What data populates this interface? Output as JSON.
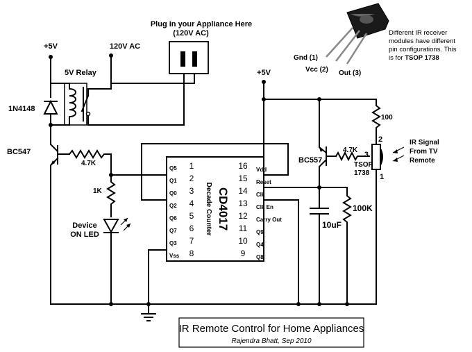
{
  "title": "IR Remote Control for Home Appliances",
  "author": "Rajendra Bhatt, Sep 2010",
  "plug_label_line1": "Plug in your Appliance Here",
  "plug_label_line2": "(120V AC)",
  "supply_left": "+5V",
  "supply_right": "+5V",
  "ac_label": "120V AC",
  "relay_label": "5V Relay",
  "diode_label": "1N4148",
  "q1_label": "BC547",
  "r_base_label": "4.7K",
  "r_led_label": "1K",
  "led_label_line1": "Device",
  "led_label_line2": "ON LED",
  "ic_name": "CD4017",
  "ic_desc": "Decade Counter",
  "pins_left": [
    {
      "num": "1",
      "name": "Q5"
    },
    {
      "num": "2",
      "name": "Q1"
    },
    {
      "num": "3",
      "name": "Q0"
    },
    {
      "num": "4",
      "name": "Q2"
    },
    {
      "num": "5",
      "name": "Q6"
    },
    {
      "num": "6",
      "name": "Q7"
    },
    {
      "num": "7",
      "name": "Q3"
    },
    {
      "num": "8",
      "name": "Vss"
    }
  ],
  "pins_right": [
    {
      "num": "16",
      "name": "Vdd"
    },
    {
      "num": "15",
      "name": "Reset"
    },
    {
      "num": "14",
      "name": "Clk"
    },
    {
      "num": "13",
      "name": "Clk En"
    },
    {
      "num": "12",
      "name": "Carry Out"
    },
    {
      "num": "11",
      "name": "Q9"
    },
    {
      "num": "10",
      "name": "Q4"
    },
    {
      "num": "9",
      "name": "Q8"
    }
  ],
  "q2_label": "BC557",
  "r_q2_label": "4.7K",
  "r_pullup_label": "100",
  "cap_label": "10uF",
  "r_100k_label": "100K",
  "tsop_label_line1": "TSOP",
  "tsop_label_line2": "1738",
  "tsop_pin1": "1",
  "tsop_pin2": "2",
  "tsop_pin3": "3",
  "ir_label_line1": "IR Signal",
  "ir_label_line2": "From TV",
  "ir_label_line3": "Remote",
  "sensor_pin_gnd": "Gnd (1)",
  "sensor_pin_vcc": "Vcc (2)",
  "sensor_pin_out": "Out (3)",
  "note_line1": "Different IR receiver",
  "note_line2": "modules have different",
  "note_line3": "pin configurations. This",
  "note_line4_prefix": "is for ",
  "note_line4_bold": "TSOP 1738"
}
